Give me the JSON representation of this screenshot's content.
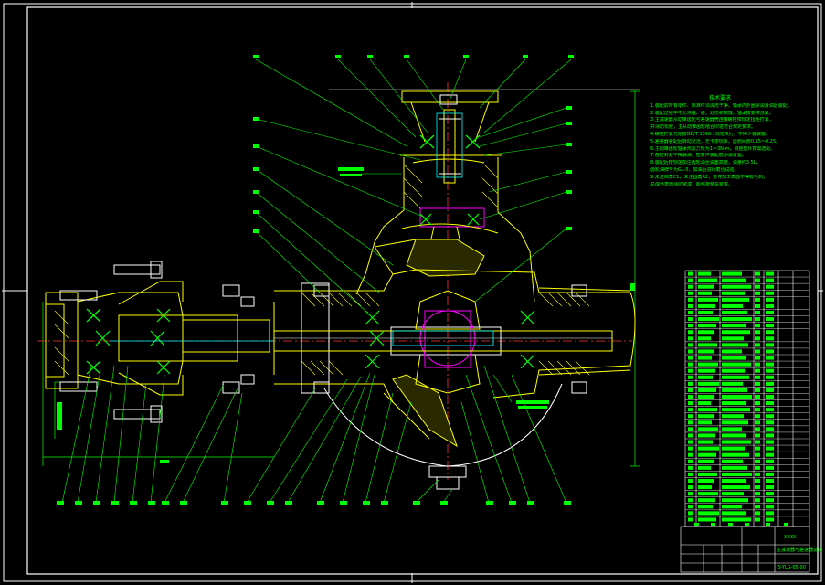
{
  "drawing": {
    "title_block": {
      "company_code": "XXXX",
      "drawing_number": "JS-YLG-05-00",
      "drawing_name": "主减速器与差速器总成"
    },
    "tech_requirements": {
      "title": "技术要求",
      "lines": [
        "1.装配前所有零件、标准件须清洗干净，轴承内外圈涂润滑油后装配。",
        "2.装配过程中不允许磕、碰、划伤和锈蚀，轴承按要求预紧。",
        "3.主减速器从动锥齿轮与差速器壳连接螺栓按规定扭矩拧紧，",
        "  并涂防松胶，主从动锥齿轮啮合印迹符合规定要求。",
        "4.螺栓拧紧力矩按GB/T 3098.1规定执行，不得少装漏装。",
        "5.差速器装配后转动灵活，无卡滞现象，齿侧间隙0.15～0.25。",
        "6.主动锥齿轮轴承预紧力矩为1～3N·m，调整垫片按需选配。",
        "7.各密封处不得漏油，密封件装配前涂润滑脂。",
        "8.装配后按规定加注齿轮油至油面高度，油量约3.5L，",
        "  齿轮油牌号为GL-5，加油后进行磨合试验。",
        "9.未注倒角C1，未注圆角R2，零件加工表面不得有毛刺，",
        "  总成外表面涂防锈漆，颜色按整车要求。"
      ]
    },
    "colors": {
      "background": "#000000",
      "line": "#ffffff",
      "part": "#ffff00",
      "callout": "#00ff00",
      "centerline": "#ff3333",
      "section": "#00ffff"
    }
  }
}
